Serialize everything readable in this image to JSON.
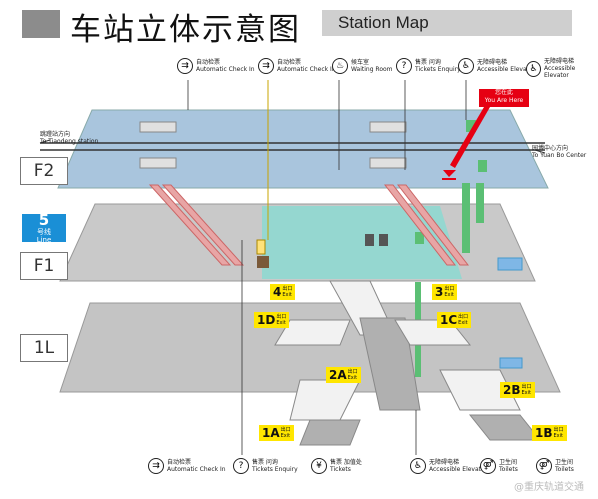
{
  "title": {
    "cn": "车站立体示意图",
    "en": "Station Map"
  },
  "floors": [
    "F2",
    "F1",
    "1L"
  ],
  "line_badge": {
    "number": "5",
    "cn": "号线",
    "en": "Line"
  },
  "top_facilities": [
    {
      "icon": "ticket-gate-icon",
      "glyph": "⇉",
      "cn": "自动检票",
      "en": "Automatic Check In"
    },
    {
      "icon": "ticket-gate-icon",
      "glyph": "⇉",
      "cn": "自动检票",
      "en": "Automatic Check In"
    },
    {
      "icon": "waiting-room-icon",
      "glyph": "♨",
      "cn": "候车室",
      "en": "Waiting Room"
    },
    {
      "icon": "ticket-inquiry-icon",
      "glyph": "?",
      "cn": "售票 问询",
      "en": "Tickets Enquiry"
    },
    {
      "icon": "accessible-elevator-icon",
      "glyph": "♿",
      "cn": "无障碍电梯",
      "en": "Accessible Elevator"
    },
    {
      "icon": "accessible-elevator-icon",
      "glyph": "♿",
      "cn": "无障碍电梯",
      "en": "Accessible Elevator"
    }
  ],
  "bottom_facilities": [
    {
      "icon": "ticket-gate-icon",
      "glyph": "⇉",
      "cn": "自动检票",
      "en": "Automatic Check In"
    },
    {
      "icon": "ticket-inquiry-icon",
      "glyph": "?",
      "cn": "售票 问询",
      "en": "Tickets Enquiry"
    },
    {
      "icon": "ticket-topup-icon",
      "glyph": "¥",
      "cn": "售票 加值处",
      "en": "Tickets"
    },
    {
      "icon": "accessible-elevator-icon",
      "glyph": "♿",
      "cn": "无障碍电梯",
      "en": "Accessible Elevator"
    },
    {
      "icon": "restroom-icon",
      "glyph": "⚤",
      "cn": "卫生间",
      "en": "Toilets"
    },
    {
      "icon": "restroom-icon",
      "glyph": "⚤",
      "cn": "卫生间",
      "en": "Toilets"
    }
  ],
  "directions": {
    "left": {
      "cn": "跳蹬站方向",
      "en": "To Tiaodeng station"
    },
    "right": {
      "cn": "园博中心方向",
      "en": "To Yuan Bo Center"
    }
  },
  "you_are_here": {
    "cn": "您在此",
    "en": "You Are Here"
  },
  "exits": [
    {
      "id": "4",
      "cn": "出口",
      "en": "Exit"
    },
    {
      "id": "3",
      "cn": "出口",
      "en": "Exit"
    },
    {
      "id": "1D",
      "cn": "出口",
      "en": "Exit"
    },
    {
      "id": "1C",
      "cn": "出口",
      "en": "Exit"
    },
    {
      "id": "2A",
      "cn": "出口",
      "en": "Exit"
    },
    {
      "id": "2B",
      "cn": "出口",
      "en": "Exit"
    },
    {
      "id": "1A",
      "cn": "出口",
      "en": "Exit"
    },
    {
      "id": "1B",
      "cn": "出口",
      "en": "Exit"
    }
  ],
  "watermark": "@重庆轨道交通",
  "colors": {
    "platform": "#a9c5dd",
    "concourse": "#b9b9b9",
    "ground": "#c4c4c4",
    "paid_area": "#8fd8d0",
    "exit_yellow": "#ffe600",
    "here_red": "#e60012",
    "line5_blue": "#1a8fd6",
    "elevator_green": "#5bbf74"
  }
}
